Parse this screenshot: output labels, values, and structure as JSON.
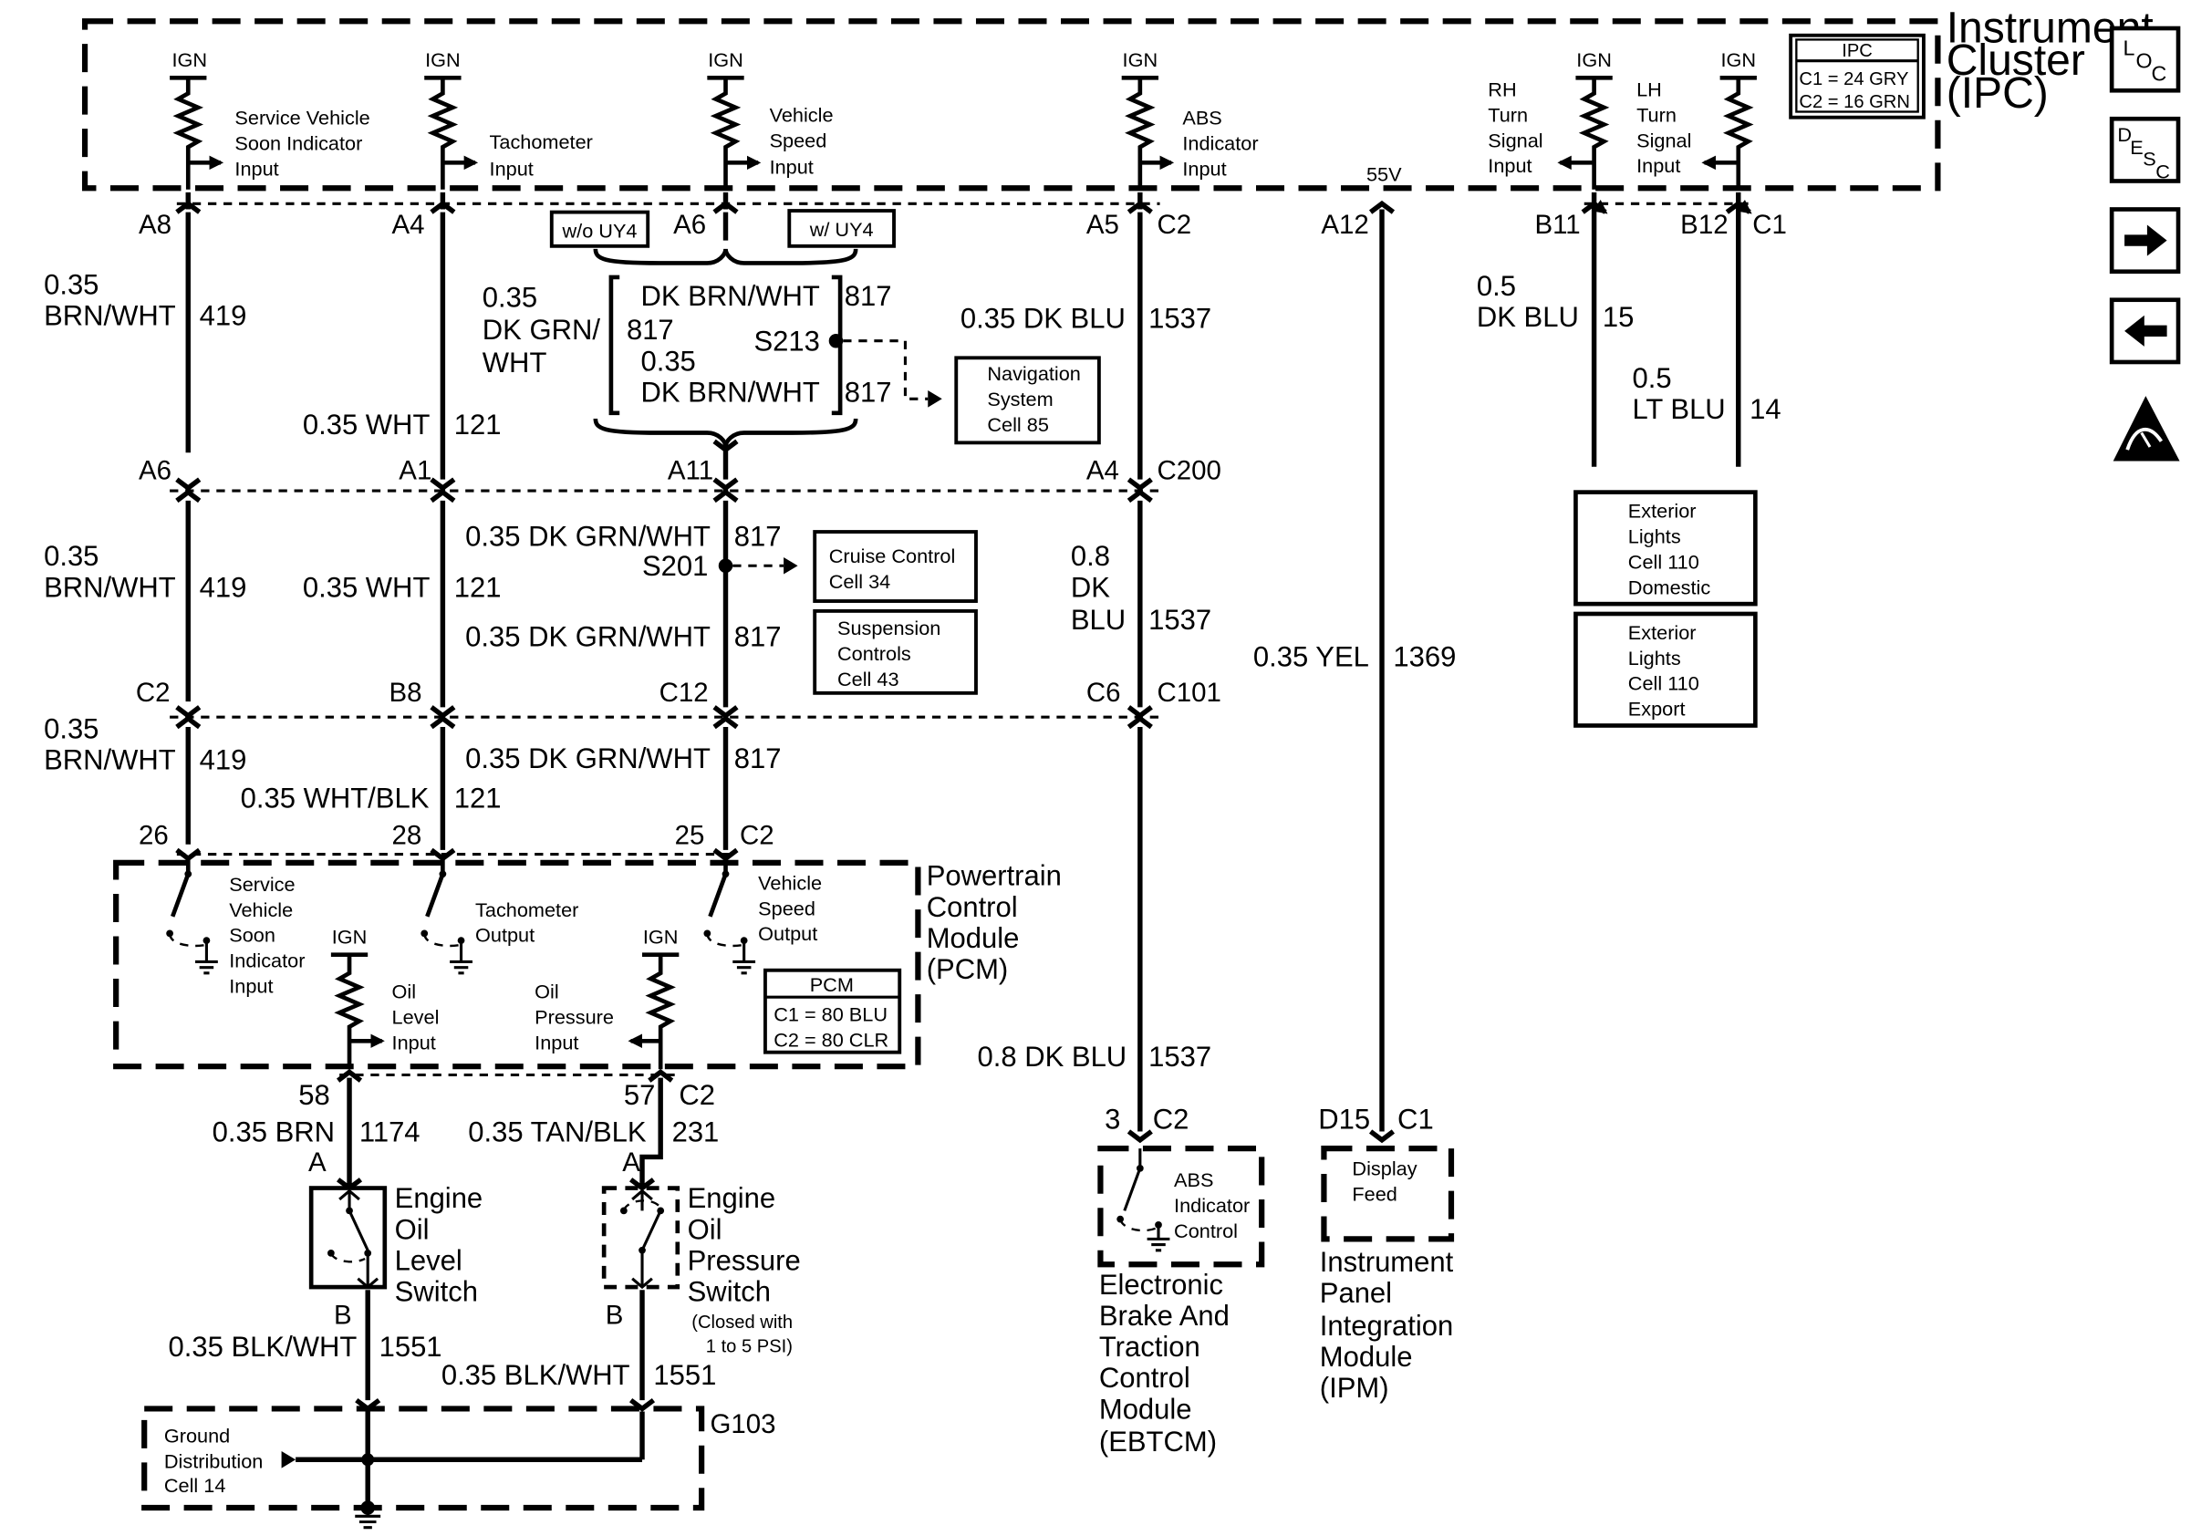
{
  "modules": {
    "ipc": {
      "title": [
        "Instrument",
        "Cluster",
        "(IPC)"
      ],
      "legend": {
        "head": "IPC",
        "c1": "C1 = 24 GRY",
        "c2": "C2 = 16 GRN"
      },
      "inputs": {
        "svc": [
          "Service Vehicle",
          "Soon Indicator",
          "Input"
        ],
        "tach": [
          "Tachometer",
          "Input"
        ],
        "vss": [
          "Vehicle",
          "Speed",
          "Input"
        ],
        "abs": [
          "ABS",
          "Indicator",
          "Input"
        ],
        "rh": [
          "RH",
          "Turn",
          "Signal",
          "Input"
        ],
        "lh": [
          "LH",
          "Turn",
          "Signal",
          "Input"
        ]
      },
      "ign": "IGN",
      "v55": "55V"
    },
    "pcm": {
      "title": [
        "Powertrain",
        "Control",
        "Module",
        "(PCM)"
      ],
      "legend": {
        "head": "PCM",
        "c1": "C1 = 80 BLU",
        "c2": "C2 = 80 CLR"
      },
      "svc": [
        "Service",
        "Vehicle",
        "Soon",
        "Indicator",
        "Input"
      ],
      "tach": [
        "Tachometer",
        "Output"
      ],
      "vss": [
        "Vehicle",
        "Speed",
        "Output"
      ],
      "oil_level": [
        "Oil",
        "Level",
        "Input"
      ],
      "oil_press": [
        "Oil",
        "Pressure",
        "Input"
      ],
      "ign": "IGN"
    },
    "ebtcm": {
      "title": [
        "Electronic",
        "Brake And",
        "Traction",
        "Control",
        "Module",
        "(EBTCM)"
      ],
      "inner": [
        "ABS",
        "Indicator",
        "Control"
      ]
    },
    "ipm": {
      "title": [
        "Instrument",
        "Panel",
        "Integration",
        "Module",
        "(IPM)"
      ],
      "inner": [
        "Display",
        "Feed"
      ]
    },
    "oil_level_sw": [
      "Engine",
      "Oil",
      "Level",
      "Switch"
    ],
    "oil_press_sw": [
      "Engine",
      "Oil",
      "Pressure",
      "Switch"
    ],
    "oil_press_note": [
      "(Closed with",
      "1 to 5 PSI)"
    ],
    "ground": {
      "inner": [
        "Ground",
        "Distribution",
        "Cell 14"
      ],
      "id": "G103"
    }
  },
  "refs": {
    "nav": [
      "Navigation",
      "System",
      "Cell 85"
    ],
    "cruise": [
      "Cruise Control",
      "Cell 34"
    ],
    "susp": [
      "Suspension",
      "Controls",
      "Cell 43"
    ],
    "ext_dom": [
      "Exterior",
      "Lights",
      "Cell 110",
      "Domestic"
    ],
    "ext_exp": [
      "Exterior",
      "Lights",
      "Cell 110",
      "Export"
    ],
    "wo_uy4": "w/o UY4",
    "w_uy4": "w/ UY4"
  },
  "splices": {
    "s213": "S213",
    "s201": "S201"
  },
  "connectors": {
    "c200": "C200",
    "c101": "C101",
    "c2_ipc": "C2",
    "c1_ipc": "C1",
    "c2_pcm": "C2",
    "c2_sw": "C2",
    "c2_ebtcm": "C2",
    "c1_ipm": "C1"
  },
  "pins": {
    "a8": "A8",
    "a4": "A4",
    "a6_top": "A6",
    "a5": "A5",
    "a12": "A12",
    "b11": "B11",
    "b12": "B12",
    "a6_c200": "A6",
    "a1": "A1",
    "a11": "A11",
    "a4_c200": "A4",
    "c2_c101": "C2",
    "b8": "B8",
    "c12": "C12",
    "c6": "C6",
    "p26": "26",
    "p28": "28",
    "p25": "25",
    "p58": "58",
    "p57": "57",
    "sw_a1": "A",
    "sw_b1": "B",
    "sw_a2": "A",
    "sw_b2": "B",
    "p3": "3",
    "d15": "D15"
  },
  "wires": {
    "w419_a": {
      "line1": "0.35",
      "line2": "BRN/WHT",
      "circuit": "419"
    },
    "w419_b": {
      "line1": "0.35",
      "line2": "BRN/WHT",
      "circuit": "419"
    },
    "w419_c": {
      "line1": "0.35",
      "line2": "BRN/WHT",
      "circuit": "419"
    },
    "w121_a": {
      "color": "0.35 WHT",
      "circuit": "121"
    },
    "w121_b": {
      "color": "0.35 WHT",
      "circuit": "121"
    },
    "w121_c": {
      "color": "0.35 WHT/BLK",
      "circuit": "121"
    },
    "w817_left": {
      "line1": "0.35",
      "line2": "DK GRN/",
      "line3": "WHT",
      "circuit": "817"
    },
    "w817_top": {
      "color": "DK BRN/WHT",
      "circuit": "817"
    },
    "w817_mid": {
      "line1": "0.35",
      "line2": "DK BRN/WHT",
      "circuit": "817"
    },
    "w817_c200": {
      "color": "0.35 DK GRN/WHT",
      "circuit": "817"
    },
    "w817_s201": {
      "color": "0.35 DK GRN/WHT",
      "circuit": "817"
    },
    "w817_c101": {
      "color": "0.35 DK GRN/WHT",
      "circuit": "817"
    },
    "w1537_a": {
      "color": "0.35 DK BLU",
      "circuit": "1537"
    },
    "w1537_b": {
      "line1": "0.8",
      "line2": "DK",
      "line3": "BLU",
      "circuit": "1537"
    },
    "w1537_c": {
      "color": "0.8 DK BLU",
      "circuit": "1537"
    },
    "w1369": {
      "color": "0.35 YEL",
      "circuit": "1369"
    },
    "w15": {
      "line1": "0.5",
      "line2": "DK BLU",
      "circuit": "15"
    },
    "w14": {
      "line1": "0.5",
      "line2": "LT BLU",
      "circuit": "14"
    },
    "w1174": {
      "color": "0.35 BRN",
      "circuit": "1174"
    },
    "w231": {
      "color": "0.35 TAN/BLK",
      "circuit": "231"
    },
    "w1551_a": {
      "color": "0.35 BLK/WHT",
      "circuit": "1551"
    },
    "w1551_b": {
      "color": "0.35 BLK/WHT",
      "circuit": "1551"
    }
  },
  "legend_icons": {
    "loc": [
      "L",
      "O",
      "C"
    ],
    "desc": [
      "D",
      "E",
      "S",
      "C"
    ]
  }
}
